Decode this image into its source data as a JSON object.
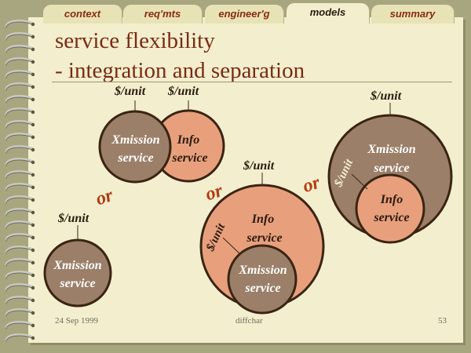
{
  "tabs": [
    {
      "label": "context",
      "active": false
    },
    {
      "label": "req'mts",
      "active": false
    },
    {
      "label": "engineer'g",
      "active": false
    },
    {
      "label": "models",
      "active": true
    },
    {
      "label": "summary",
      "active": false
    }
  ],
  "title_line1": "service flexibility",
  "title_line2": "- integration and separation",
  "price_label": "$/unit",
  "or_label": "or",
  "xmission_label": "Xmission",
  "info_label": "Info",
  "service_label": "service",
  "footer": {
    "date": "24 Sep 1999",
    "center": "diffchar",
    "page": "53"
  },
  "colors": {
    "xmission_fill": "#9b7f68",
    "info_fill": "#e8a07c",
    "outline": "#3a2414",
    "accent": "#8b2a10",
    "paper": "#f3efce",
    "background": "#a8a67e"
  }
}
